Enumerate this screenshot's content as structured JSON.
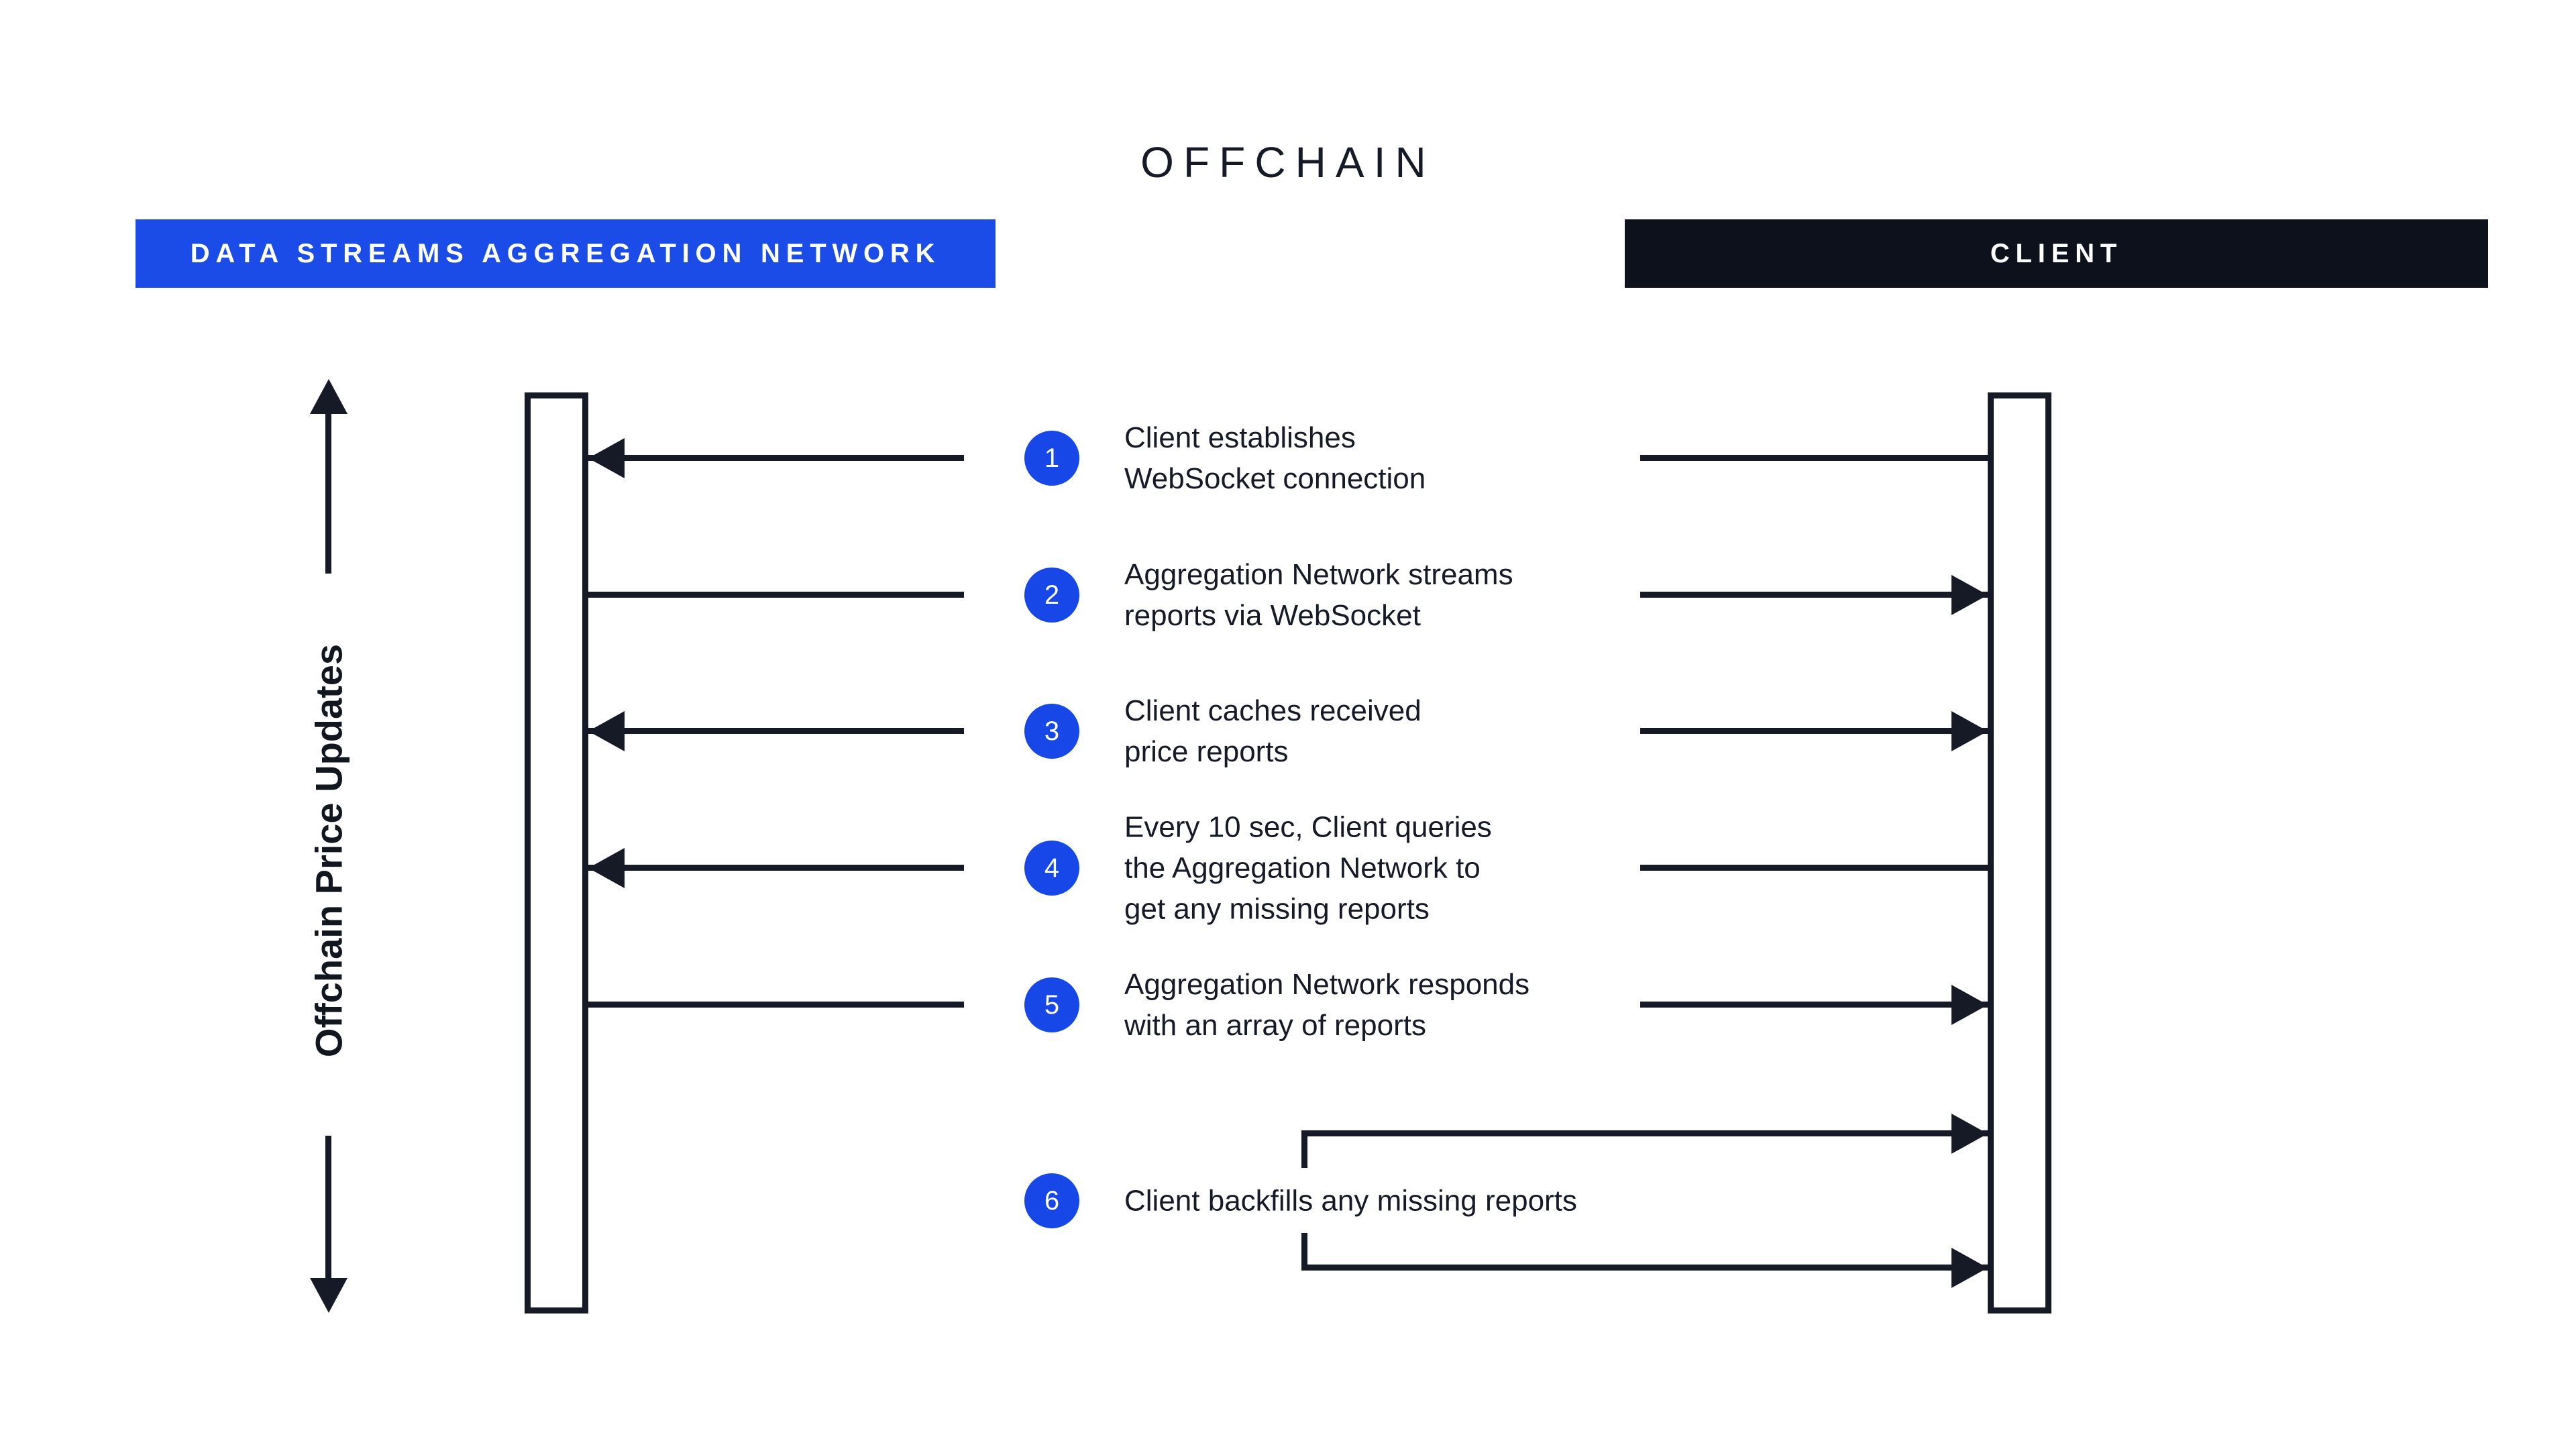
{
  "title": "OFFCHAIN",
  "actors": {
    "aggregation": {
      "label": "DATA STREAMS AGGREGATION NETWORK",
      "color": "#1b4ce8"
    },
    "client": {
      "label": "CLIENT",
      "color": "#0d111c"
    }
  },
  "axis": {
    "label": "Offchain Price Updates",
    "direction": "double-arrow-vertical"
  },
  "steps": [
    {
      "number": "1",
      "label": "Client establishes\nWebSocket connection",
      "arrows": {
        "left": "head",
        "right": "line"
      },
      "direction": "client-to-aggregation"
    },
    {
      "number": "2",
      "label": "Aggregation Network streams\nreports via WebSocket",
      "arrows": {
        "left": "line",
        "right": "head"
      },
      "direction": "aggregation-to-client"
    },
    {
      "number": "3",
      "label": "Client caches received\nprice reports",
      "arrows": {
        "left": "head",
        "right": "head"
      },
      "direction": "both"
    },
    {
      "number": "4",
      "label": "Every 10 sec, Client queries\nthe Aggregation Network to\nget any missing reports",
      "arrows": {
        "left": "head",
        "right": "line"
      },
      "direction": "client-to-aggregation"
    },
    {
      "number": "5",
      "label": "Aggregation Network responds\nwith an array of reports",
      "arrows": {
        "left": "line",
        "right": "head"
      },
      "direction": "aggregation-to-client"
    },
    {
      "number": "6",
      "label": "Client backfills any missing reports",
      "arrows": {
        "self_loop": "client",
        "heads": "right-right"
      },
      "direction": "client-self"
    }
  ],
  "colors": {
    "ink": "#151a26",
    "blue_accent": "#1747e6",
    "client_banner": "#0d111c",
    "background": "#ffffff"
  }
}
